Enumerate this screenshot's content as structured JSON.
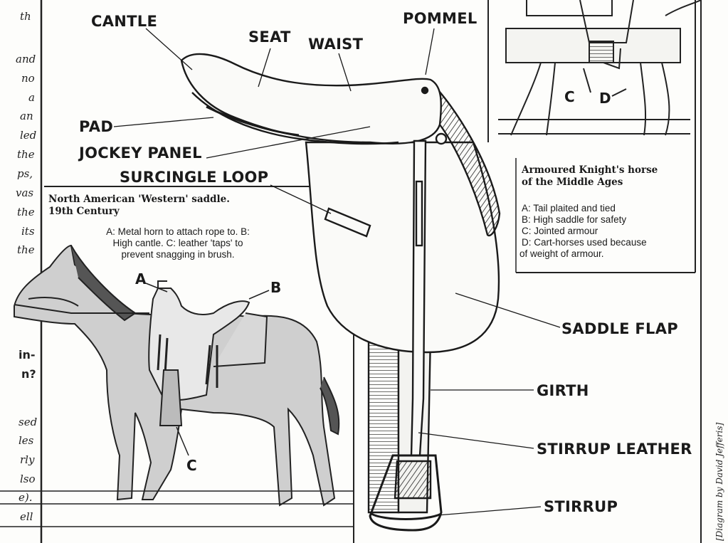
{
  "saddle_labels": {
    "cantle": "CANTLE",
    "seat": "SEAT",
    "waist": "WAIST",
    "pommel": "POMMEL",
    "pad": "PAD",
    "jockey_panel": "JOCKEY PANEL",
    "surcingle_loop": "SURCINGLE LOOP",
    "saddle_flap": "SADDLE FLAP",
    "girth": "GIRTH",
    "stirrup_leather": "STIRRUP LEATHER",
    "stirrup": "STIRRUP"
  },
  "western_box": {
    "title_line1": "North American 'Western' saddle.",
    "title_line2": "19th Century",
    "caption_line1": "A: Metal horn to attach rope to. B:",
    "caption_line2": "High cantle. C: leather 'taps' to",
    "caption_line3": "prevent snagging in brush.",
    "letter_a": "A",
    "letter_b": "B",
    "letter_c": "C"
  },
  "knight_box": {
    "title_line1": "Armoured Knight's horse",
    "title_line2": "of the Middle Ages",
    "items": [
      "A: Tail plaited and tied",
      "B: High saddle for safety",
      "C: Jointed armour",
      "D: Cart-horses used because",
      "of weight of armour."
    ],
    "letter_c": "C",
    "letter_d": "D"
  },
  "left_fragments": [
    "th",
    "and",
    "no",
    "a",
    "an",
    "led",
    "the",
    "ps,",
    "vas",
    "the",
    "its",
    "the",
    "in-",
    "n?",
    "sed",
    "les",
    "rly",
    "lso",
    "e).",
    "ell"
  ],
  "credit": "[Diagram by David Jefferis]"
}
